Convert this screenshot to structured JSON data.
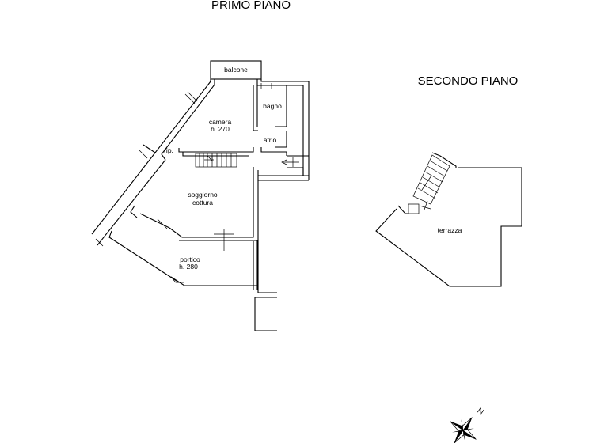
{
  "titles": {
    "first_floor": "PRIMO PIANO",
    "second_floor": "SECONDO PIANO"
  },
  "rooms": {
    "balcone": "balcone",
    "bagno": "bagno",
    "camera": "camera",
    "camera_height": "h. 270",
    "atrio": "atrio",
    "rip": "rip.",
    "soggiorno": "soggiorno",
    "cottura": "cottura",
    "portico": "portico",
    "portico_height": "h. 280",
    "terrazza": "terrazza"
  },
  "compass": {
    "north_label": "N"
  }
}
